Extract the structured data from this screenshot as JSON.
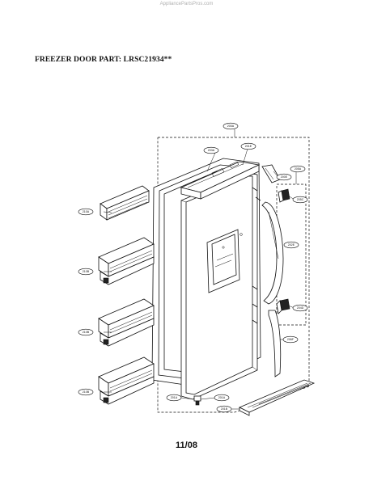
{
  "watermark": "AppliancePartsPros.com",
  "title": "FREEZER DOOR PART: LRSC21934**",
  "footer": "11/08",
  "callouts": {
    "c200a": "200A",
    "c203a": "203A",
    "c201e": "201E",
    "c200e": "200E",
    "c205a": "205A",
    "c205c": "205C",
    "c202e": "202E",
    "c204d": "204D",
    "c206f": "206F",
    "c210a": "210A",
    "c210b1": "210B",
    "c210b2": "210B",
    "c210b3": "210B",
    "c201a": "201A",
    "c201a2": "201A",
    "c201b": "201B"
  }
}
